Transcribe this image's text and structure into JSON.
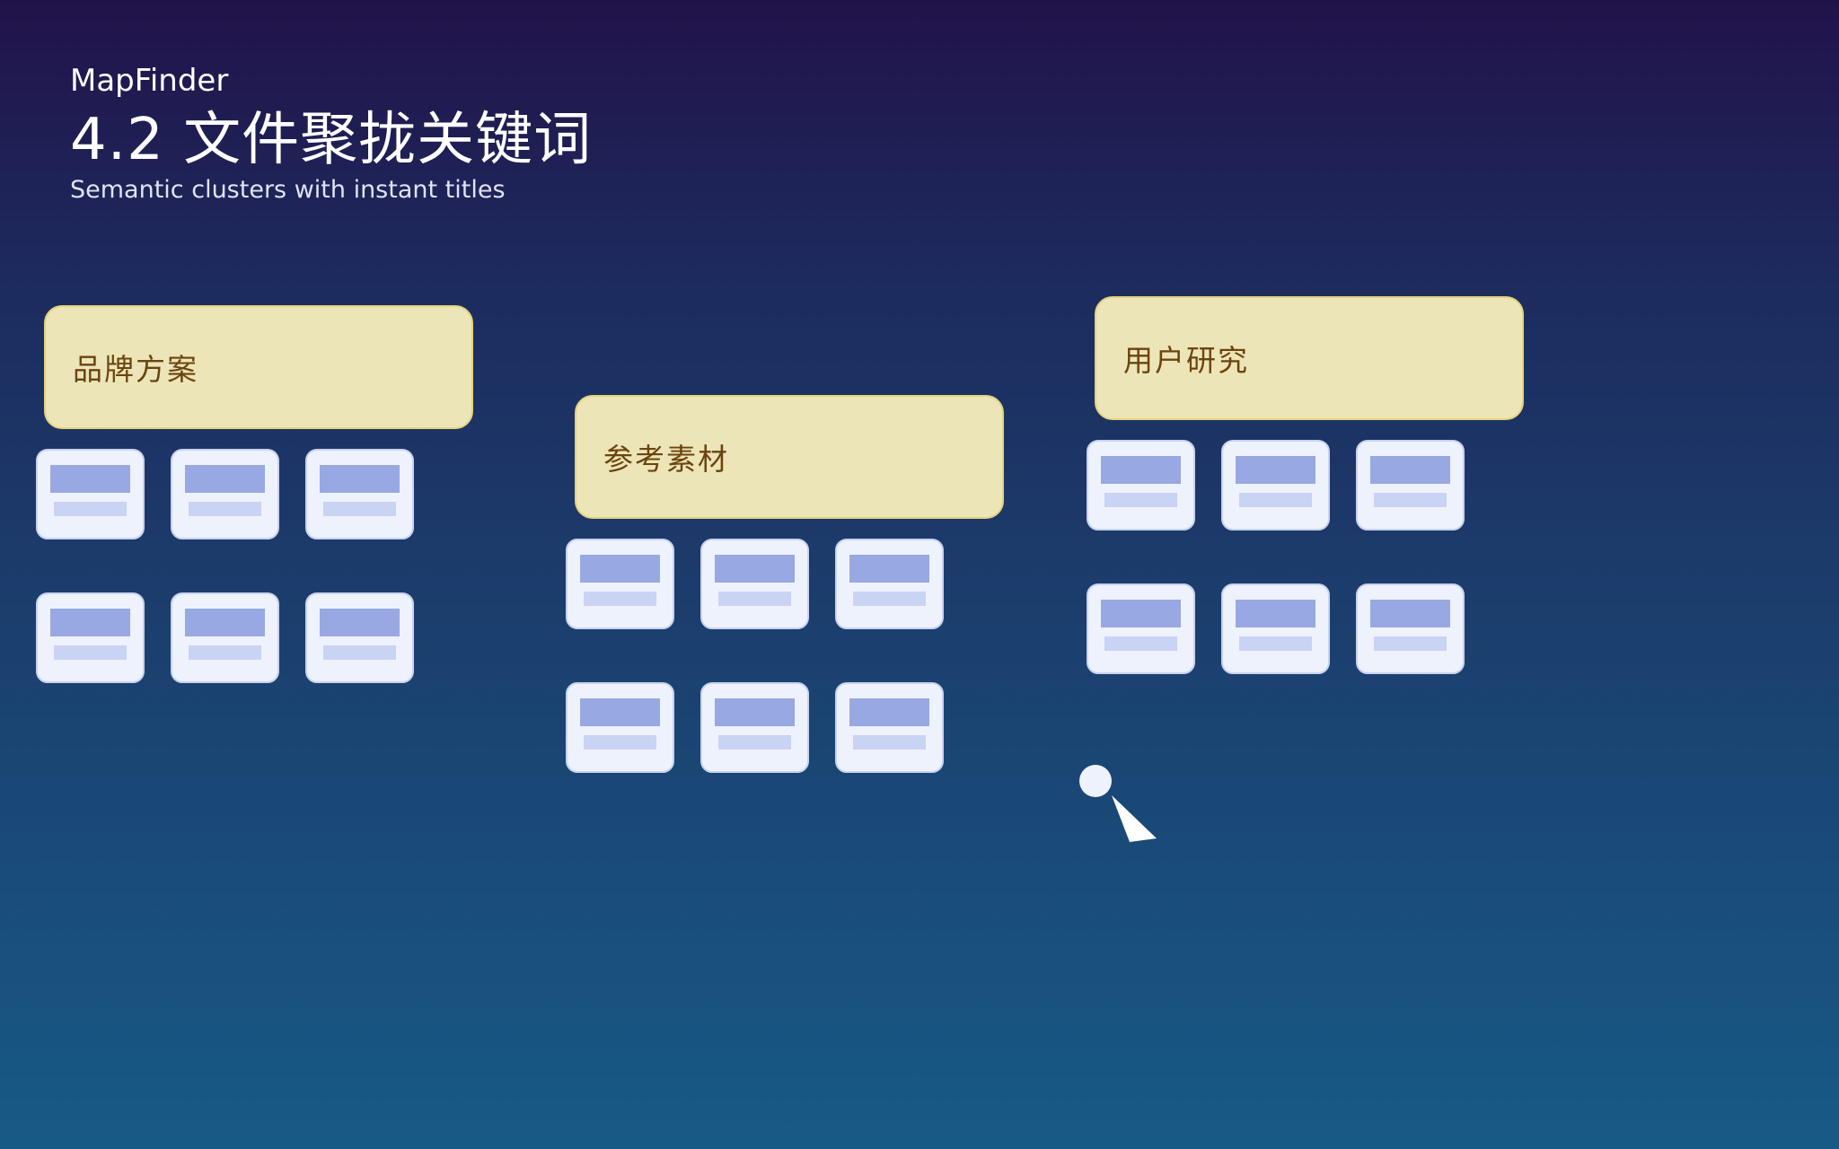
{
  "app": {
    "name": "MapFinder",
    "title": "4.2 文件聚拢关键词",
    "subtitle": "Semantic clusters with instant titles"
  },
  "clusters": [
    {
      "label": "品牌方案",
      "file_count": 6
    },
    {
      "label": "参考素材",
      "file_count": 6
    },
    {
      "label": "用户研究",
      "file_count": 6
    }
  ],
  "colors": {
    "cluster_fill": "#ece5b7",
    "cluster_border": "#e4d27a",
    "cluster_text": "#6b4410",
    "card_fill": "#eef2fc",
    "card_thumb": "#98a8e2",
    "card_caption": "#c9d3f4",
    "pointer": "#eef2fc"
  },
  "icons": {
    "pointer": "cursor-arrow-icon"
  }
}
